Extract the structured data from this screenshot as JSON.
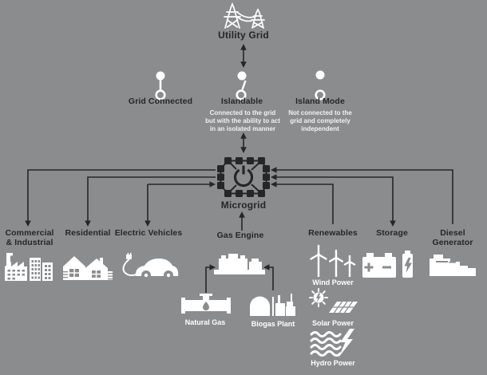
{
  "colors": {
    "background": "#8a8c8e",
    "dark": "#262626",
    "white": "#ffffff"
  },
  "utility_grid": {
    "label": "Utility Grid"
  },
  "modes": [
    {
      "label": "Grid Connected",
      "switch_state": "closed",
      "description_lines": []
    },
    {
      "label": "Islandable",
      "switch_state": "partially-open",
      "description_lines": [
        "Connected to the grid",
        "but with the ability to act",
        "in an isolated manner"
      ]
    },
    {
      "label": "Island Mode",
      "switch_state": "open",
      "description_lines": [
        "Not connected to the",
        "grid and completely",
        "independent"
      ]
    }
  ],
  "microgrid": {
    "label": "Microgrid"
  },
  "loads": [
    {
      "label_lines": [
        "Commercial",
        "& Industrial"
      ],
      "icon": "factory-icon"
    },
    {
      "label": "Residential",
      "icon": "houses-icon"
    },
    {
      "label": "Electric Vehicles",
      "icon": "electric-car-icon"
    }
  ],
  "gas_engine": {
    "label": "Gas Engine",
    "icon": "engine-icon",
    "sources": [
      {
        "label": "Natural Gas",
        "icon": "gas-pipeline-icon"
      },
      {
        "label": "Biogas Plant",
        "icon": "biogas-plant-icon"
      }
    ]
  },
  "renewables": {
    "label": "Renewables",
    "items": [
      {
        "label": "Wind Power",
        "icon": "wind-turbines-icon"
      },
      {
        "label": "Solar Power",
        "icon": "solar-panel-icon"
      },
      {
        "label": "Hydro Power",
        "icon": "hydro-power-icon"
      }
    ]
  },
  "storage": {
    "label": "Storage",
    "icon": "battery-icon"
  },
  "diesel_generator": {
    "label_lines": [
      "Diesel",
      "Generator"
    ],
    "icon": "generator-icon"
  }
}
